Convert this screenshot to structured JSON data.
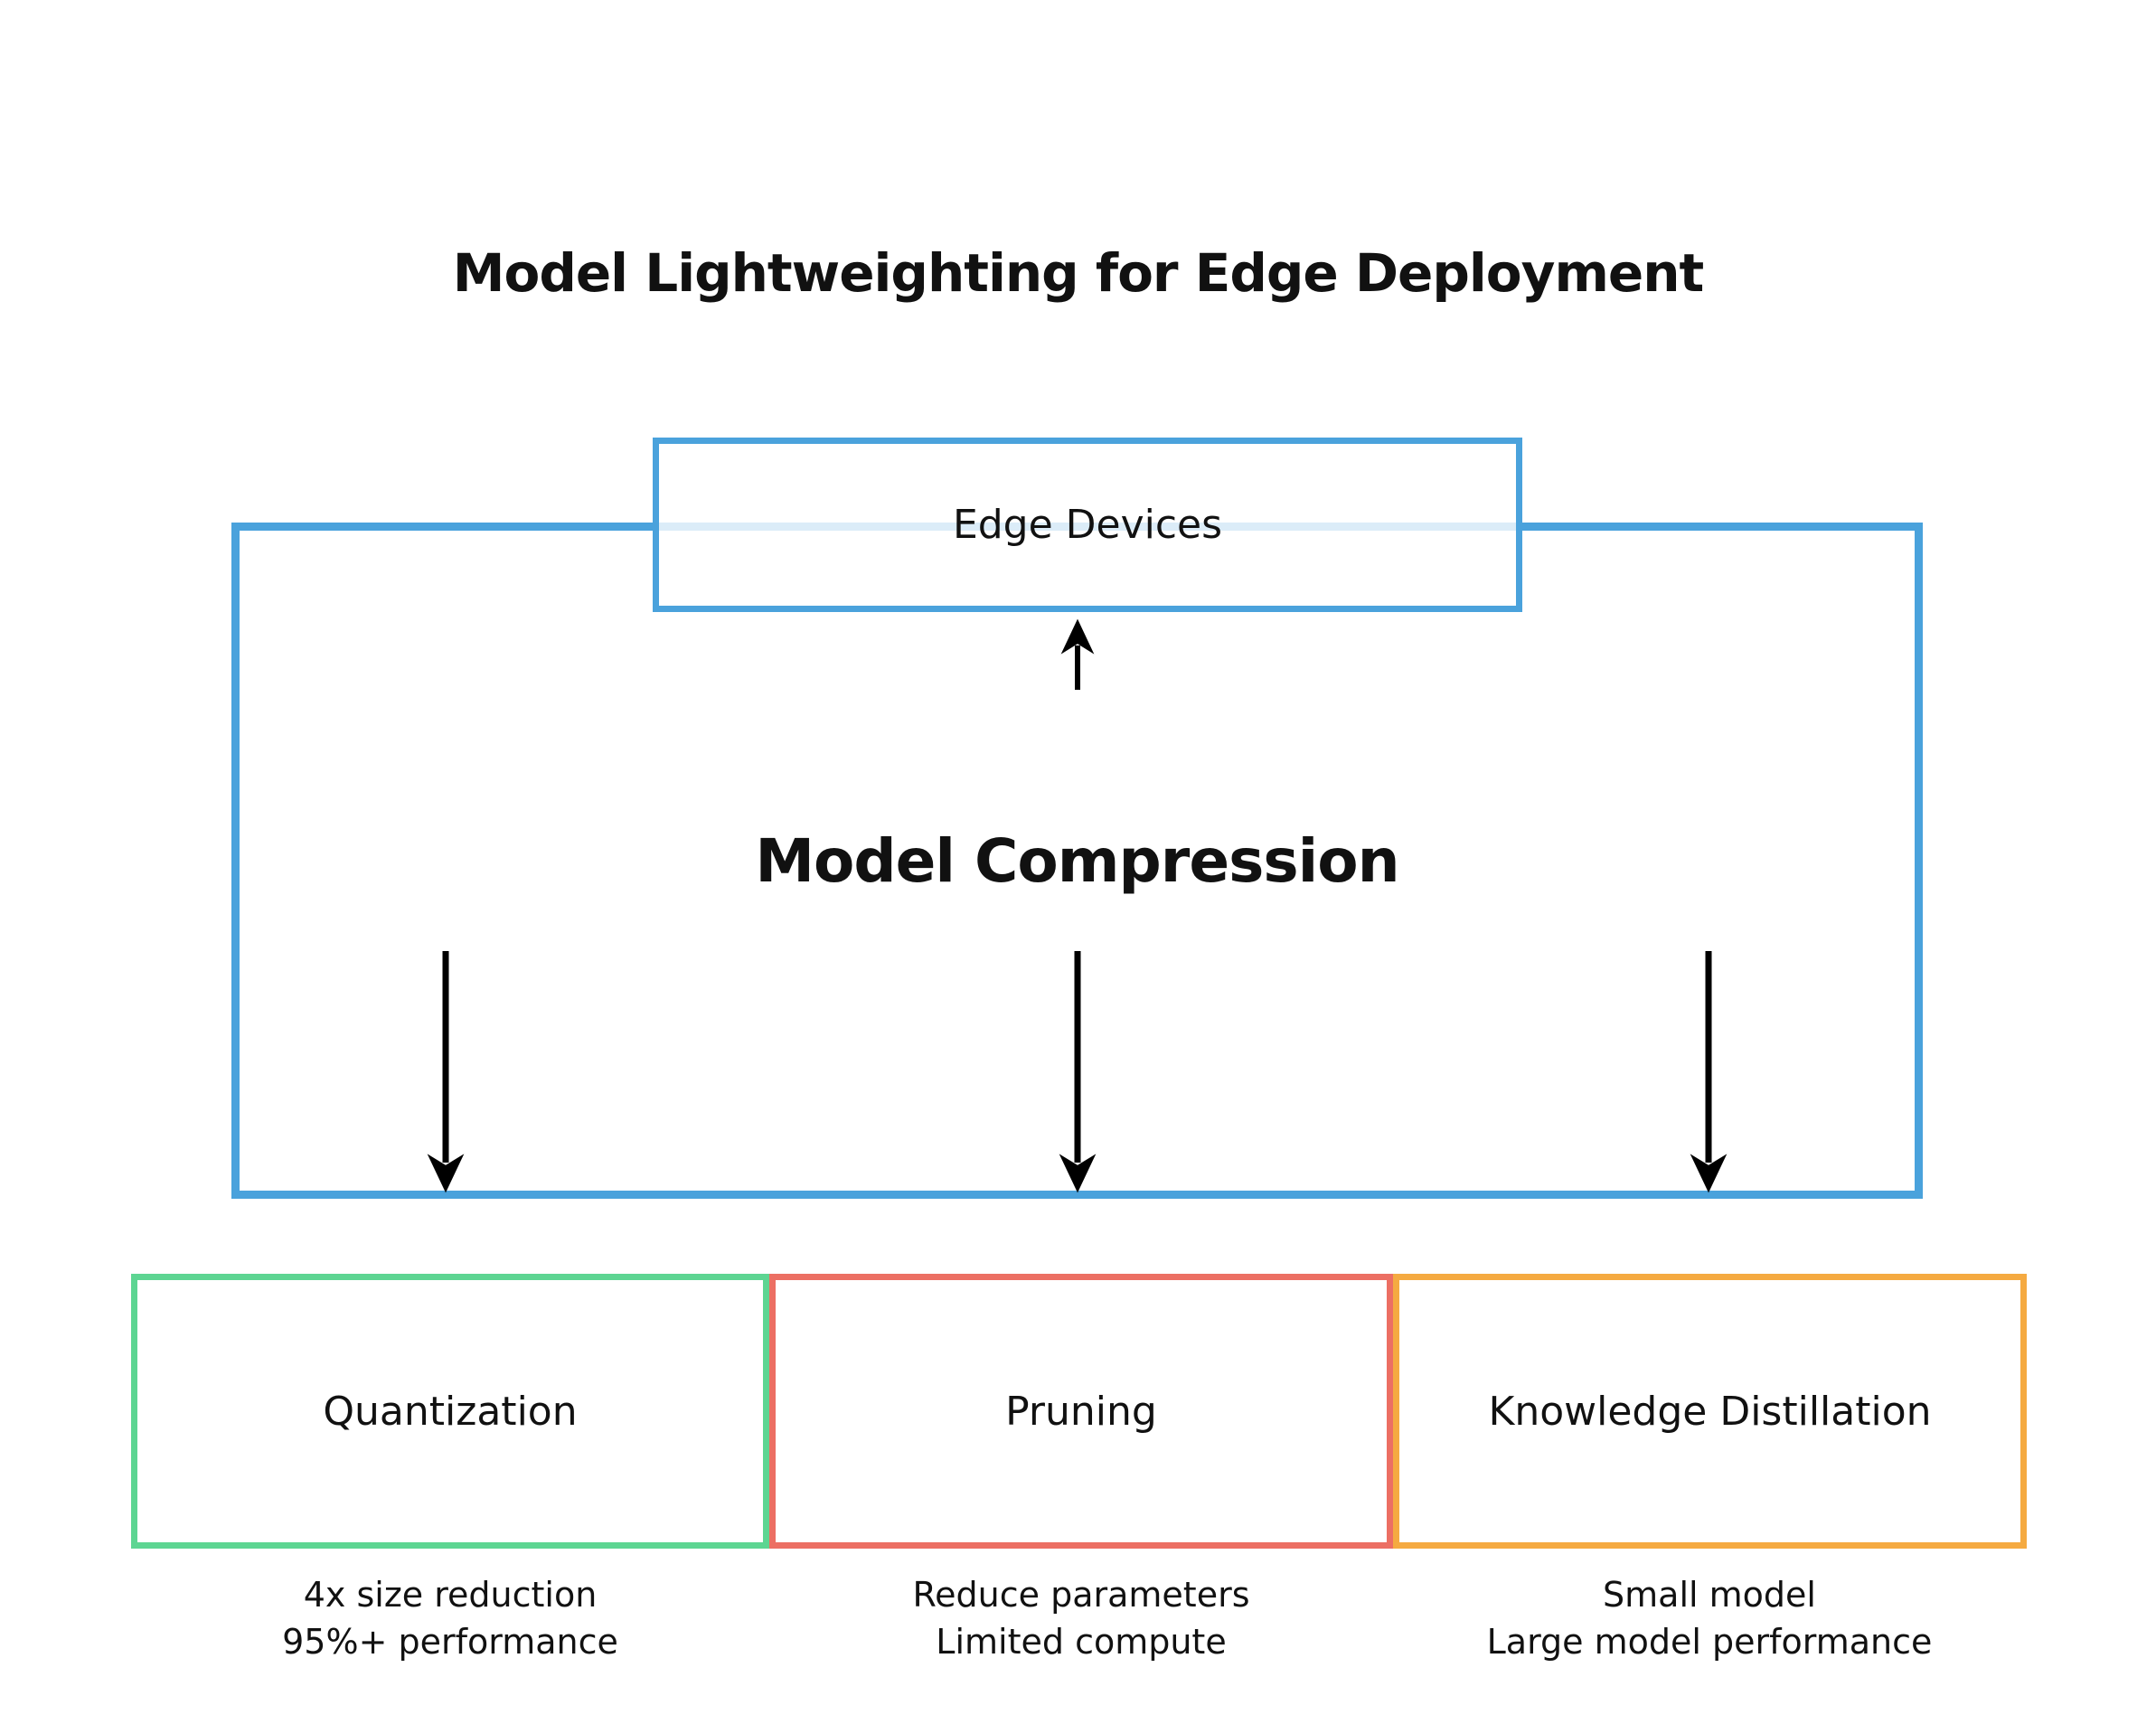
{
  "title": "Model Lightweighting for Edge Deployment",
  "edge_devices": {
    "label": "Edge Devices",
    "border_color": "#4AA2DC"
  },
  "compression": {
    "label": "Model Compression",
    "frame_border_color": "#4AA2DC"
  },
  "methods": [
    {
      "name": "Quantization",
      "border_color": "#5DD592",
      "desc_line1": "4x size reduction",
      "desc_line2": "95%+ performance"
    },
    {
      "name": "Pruning",
      "border_color": "#EC6F63",
      "desc_line1": "Reduce parameters",
      "desc_line2": "Limited compute"
    },
    {
      "name": "Knowledge Distillation",
      "border_color": "#F5AA41",
      "desc_line1": "Small model",
      "desc_line2": "Large model performance"
    }
  ],
  "colors": {
    "frame_blue": "#4AA2DC",
    "quantization_green": "#5DD592",
    "pruning_red": "#EC6F63",
    "distillation_orange": "#F5AA41",
    "arrow_black": "#000000",
    "background": "#ffffff",
    "text": "#111111"
  }
}
